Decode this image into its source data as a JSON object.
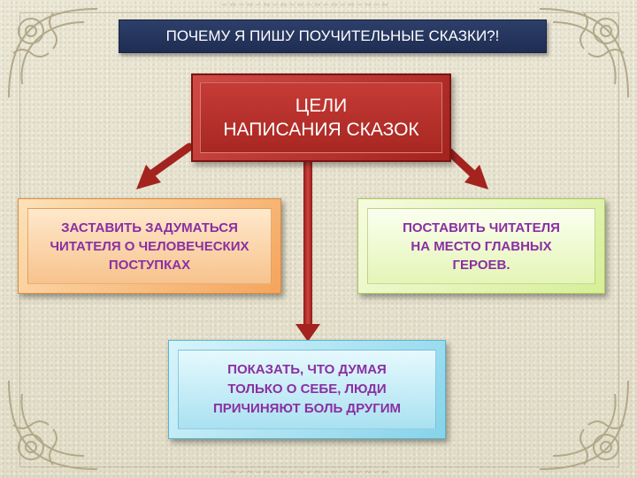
{
  "header": {
    "title": "ПОЧЕМУ Я ПИШУ ПОУЧИТЕЛЬНЫЕ СКАЗКИ?!"
  },
  "center": {
    "line1": "ЦЕЛИ",
    "line2": "НАПИСАНИЯ СКАЗОК"
  },
  "left": {
    "line1": "ЗАСТАВИТЬ ЗАДУМАТЬСЯ",
    "line2": "ЧИТАТЕЛЯ О ЧЕЛОВЕЧЕСКИХ",
    "line3": "ПОСТУПКАХ"
  },
  "right": {
    "line1": "ПОСТАВИТЬ ЧИТАТЕЛЯ",
    "line2": "НА МЕСТО ГЛАВНЫХ",
    "line3": "ГЕРОЕВ."
  },
  "bottom": {
    "line1": "ПОКАЗАТЬ, ЧТО ДУМАЯ",
    "line2": "ТОЛЬКО О СЕБЕ, ЛЮДИ",
    "line3": "ПРИЧИНЯЮТ БОЛЬ ДРУГИМ"
  },
  "colors": {
    "header": "#1f2d52",
    "center": "#b52c27",
    "arrow": "#b52c27",
    "text": "#8a2fa3"
  }
}
